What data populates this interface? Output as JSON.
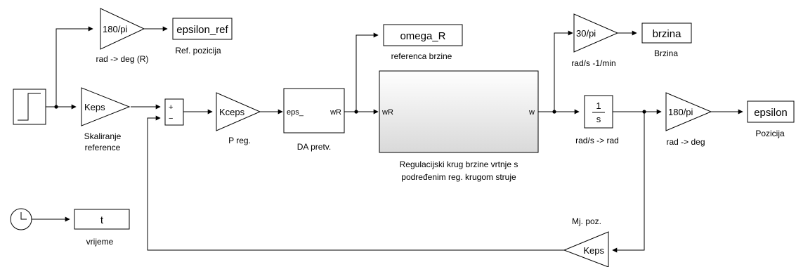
{
  "diagram": {
    "blocks": {
      "gain_ref_deg": "180/pi",
      "out_epsilon_ref": "epsilon_ref",
      "gain_keps_ref": "Keps",
      "sum_signs": [
        "+",
        "−"
      ],
      "gain_kceps": "Kceps",
      "da_in": "eps_",
      "da_out": "wR",
      "omega_r": "omega_R",
      "sub_in": "wR",
      "sub_out": "w",
      "gain_speed": "30/pi",
      "out_brzina": "brzina",
      "integrator_num": "1",
      "integrator_den": "s",
      "gain_pos_deg": "180/pi",
      "out_epsilon": "epsilon",
      "clock_out": "t",
      "gain_keps_fb": "Keps"
    },
    "labels": {
      "rad_deg_r": "rad -> deg (R)",
      "ref_pozicija": "Ref. pozicija",
      "skaliranje_1": "Skaliranje",
      "skaliranje_2": "reference",
      "p_reg": "P reg.",
      "da_pretv": "DA pretv.",
      "referenca_brzine": "referenca brzine",
      "regulacijski_1": "Regulacijski krug brzine vrtnje s",
      "regulacijski_2": "podređenim reg. krugom struje",
      "rads_min": "rad/s -1/min",
      "brzina_label": "Brzina",
      "rads_rad": "rad/s -> rad",
      "rad_deg": "rad -> deg",
      "pozicija": "Pozicija",
      "mj_poz": "Mj. poz.",
      "vrijeme": "vrijeme"
    }
  }
}
